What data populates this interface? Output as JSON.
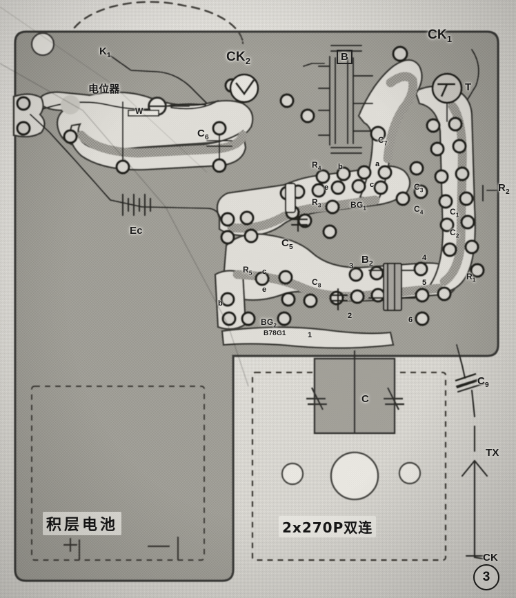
{
  "figure": {
    "kind": "printed-circuit-board-layout",
    "figure_number": "3",
    "board_color": "#a9a7a0",
    "trace_color": "#8e8c85",
    "ink_color": "#1b1b1b",
    "paper_color": "#e7e5e0"
  },
  "labels": {
    "k1": "K",
    "k1_sub": "1",
    "potentiometer_cn": "电位器",
    "w": "W",
    "c6": "C",
    "c6_sub": "6",
    "ck2": "CK",
    "ck2_sub": "2",
    "ck1": "CK",
    "ck1_sub": "1",
    "b": "B",
    "t": "T",
    "ec": "Ec",
    "r2": "R",
    "r2_sub": "2",
    "r4": "R",
    "r4_sub": "4",
    "r3": "R",
    "r3_sub": "3",
    "r5": "R",
    "r5_sub": "5",
    "r1": "R",
    "r1_sub": "1",
    "bg1": "BG",
    "bg1_sub": "1",
    "bg2": "BG",
    "bg2_sub": "2",
    "bg2_part": "B78G1",
    "c5": "C",
    "c5_sub": "5",
    "c8": "C",
    "c8_sub": "8",
    "c9": "C",
    "c9_sub": "9",
    "c3": "C",
    "c3_sub": "3",
    "c4": "C",
    "c4_sub": "4",
    "c1": "C",
    "c1_sub": "1",
    "c2": "C",
    "c2_sub": "2",
    "c7": "C",
    "c7_sub": "7",
    "b2": "B",
    "b2_sub": "2",
    "c_var": "C",
    "tx": "TX",
    "ck": "CK",
    "battery_cn": "积层电池",
    "tuning_cap_cn": "2x270P双连"
  },
  "transistor_pins": {
    "bg1": [
      "b",
      "e",
      "c"
    ],
    "bg2": [
      "c",
      "e",
      "b"
    ]
  },
  "transformer_pins": {
    "b2_left": [
      "3",
      "2",
      "1"
    ],
    "b2_right": [
      "4",
      "5",
      "6"
    ]
  },
  "extra_pins": [
    "a",
    "b",
    "c"
  ]
}
